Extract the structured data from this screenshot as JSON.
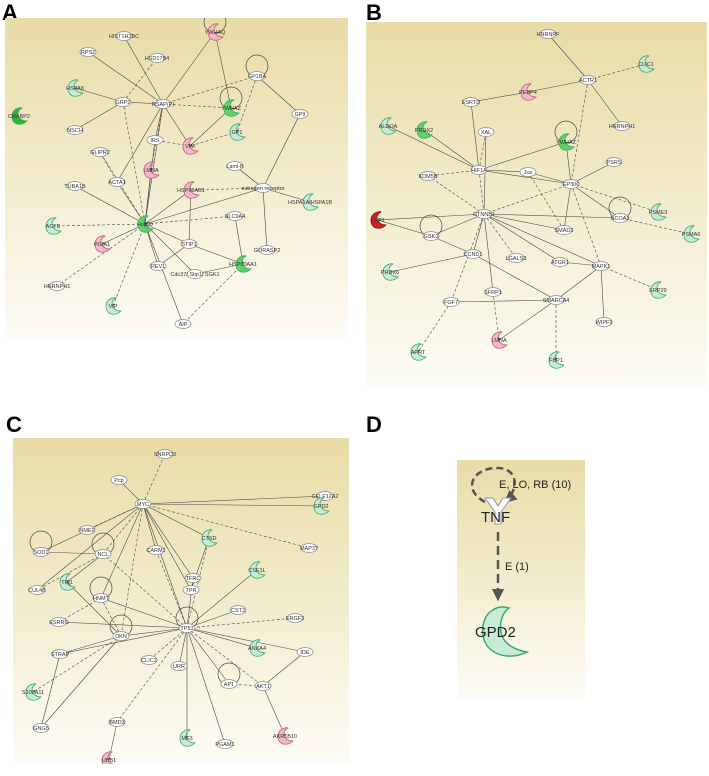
{
  "panels": [
    {
      "letter": "A",
      "nodes": [
        {
          "id": "HST1H2BC",
          "label": "HIST1H2BC",
          "kind": "plain"
        },
        {
          "id": "YWHAQ",
          "label": "YWHAQ",
          "kind": "pink"
        },
        {
          "id": "RPS2",
          "label": "RPS2",
          "kind": "plain"
        },
        {
          "id": "HSD17B4",
          "label": "HSD17B4",
          "kind": "plain"
        },
        {
          "id": "GP1BA",
          "label": "GP1BA",
          "kind": "plain"
        },
        {
          "id": "HSPA8",
          "label": "HSPA8",
          "kind": "lightgreen"
        },
        {
          "id": "GRP2",
          "label": "GRP2",
          "kind": "plain"
        },
        {
          "id": "RSAP",
          "label": "RSAP(P)",
          "kind": "plain"
        },
        {
          "id": "YWHAZ",
          "label": "YWHAZ",
          "kind": "green"
        },
        {
          "id": "GP9",
          "label": "GP9",
          "kind": "plain"
        },
        {
          "id": "CRABP2",
          "label": "CRABP2",
          "kind": "darkgreen"
        },
        {
          "id": "NSCH",
          "label": "NSCH",
          "kind": "plain"
        },
        {
          "id": "IRS",
          "label": "IRS",
          "kind": "plain"
        },
        {
          "id": "GP1",
          "label": "GP1",
          "kind": "lightgreen"
        },
        {
          "id": "GLIPR2",
          "label": "GLIPR2",
          "kind": "plain"
        },
        {
          "id": "VIM",
          "label": "VIM",
          "kind": "pink"
        },
        {
          "id": "LMNA",
          "label": "LMNA",
          "kind": "pink"
        },
        {
          "id": "LamlB",
          "label": "Laml-B",
          "kind": "plain"
        },
        {
          "id": "TUBA1B",
          "label": "TUBA1B",
          "kind": "plain"
        },
        {
          "id": "ACTA1",
          "label": "ACTA1",
          "kind": "plain"
        },
        {
          "id": "ESTR",
          "label": "estrogen receptor",
          "kind": "plain"
        },
        {
          "id": "HSP90AB1",
          "label": "HSP90AB1",
          "kind": "pink"
        },
        {
          "id": "HSPA1A",
          "label": "HSPA1A/HSPA1B",
          "kind": "lightgreen"
        },
        {
          "id": "ACTB",
          "label": "ACTB",
          "kind": "lightgreen"
        },
        {
          "id": "Hsp90",
          "label": "Hsp90",
          "kind": "green"
        },
        {
          "id": "SLC9A4",
          "label": "SLC9A4",
          "kind": "plain"
        },
        {
          "id": "PGIA1",
          "label": "PGIA1",
          "kind": "pink"
        },
        {
          "id": "STIP1",
          "label": "STIP1",
          "kind": "plain"
        },
        {
          "id": "GORASP2",
          "label": "GORASP2",
          "kind": "plain"
        },
        {
          "id": "HNRNPH1",
          "label": "HNRNPH1",
          "kind": "plain"
        },
        {
          "id": "REV1",
          "label": "REV1",
          "kind": "plain"
        },
        {
          "id": "CDC37",
          "label": "Cdc37/ Stip1/ SGK1",
          "kind": "plain"
        },
        {
          "id": "HSP90AA1",
          "label": "HSP90AA1",
          "kind": "green"
        },
        {
          "id": "VIP",
          "label": "VIP",
          "kind": "lightgreen"
        },
        {
          "id": "AIP",
          "label": "AIP",
          "kind": "plain"
        }
      ]
    },
    {
      "letter": "B",
      "nodes": [
        {
          "id": "HNRNPF",
          "label": "HNRNPF",
          "kind": "plain"
        },
        {
          "id": "CLIC1",
          "label": "CLIC1",
          "kind": "lightgreen"
        },
        {
          "id": "ACTR1",
          "label": "ACTR1",
          "kind": "plain"
        },
        {
          "id": "ESRTD",
          "label": "ESRTD",
          "kind": "plain"
        },
        {
          "id": "PEBP4",
          "label": "PEBP4",
          "kind": "pink"
        },
        {
          "id": "HNRNPH1",
          "label": "HNRNPH1",
          "kind": "plain"
        },
        {
          "id": "ALDOA",
          "label": "ALDOA",
          "kind": "lightgreen"
        },
        {
          "id": "PRDX2",
          "label": "PRDX2",
          "kind": "green"
        },
        {
          "id": "XAL",
          "label": "XAL",
          "kind": "plain"
        },
        {
          "id": "YWHAZ",
          "label": "YWHAZ",
          "kind": "green"
        },
        {
          "id": "HIF1A",
          "label": "HIF1A",
          "kind": "plain"
        },
        {
          "id": "PSRS",
          "label": "PSRS",
          "kind": "plain"
        },
        {
          "id": "KDM5B",
          "label": "KDM5B",
          "kind": "plain"
        },
        {
          "id": "Jus",
          "label": "Jus",
          "kind": "plain"
        },
        {
          "id": "EP300",
          "label": "EP300",
          "kind": "plain"
        },
        {
          "id": "PSME3",
          "label": "PSME3",
          "kind": "lightgreen"
        },
        {
          "id": "LRP1",
          "label": "LRP1",
          "kind": "red"
        },
        {
          "id": "CTNNB1",
          "label": "CTNNB1",
          "kind": "plain"
        },
        {
          "id": "NCOA3",
          "label": "NCOA3",
          "kind": "plain"
        },
        {
          "id": "PSMA6",
          "label": "PSMA6",
          "kind": "lightgreen"
        },
        {
          "id": "GSK3",
          "label": "GSK3",
          "kind": "plain"
        },
        {
          "id": "CCND1",
          "label": "CCND1",
          "kind": "plain"
        },
        {
          "id": "SMAD3",
          "label": "SMAD3",
          "kind": "plain"
        },
        {
          "id": "LGALS3",
          "label": "LGALS3",
          "kind": "plain"
        },
        {
          "id": "ATGR1",
          "label": "ATGR1",
          "kind": "plain"
        },
        {
          "id": "MAPK1",
          "label": "MAPK1",
          "kind": "plain"
        },
        {
          "id": "PRDX6",
          "label": "PRDX6",
          "kind": "lightgreen"
        },
        {
          "id": "FGF7",
          "label": "FGF7",
          "kind": "plain"
        },
        {
          "id": "SFRP1",
          "label": "SFRP1",
          "kind": "plain"
        },
        {
          "id": "SMARCA4",
          "label": "SMARCA4",
          "kind": "plain"
        },
        {
          "id": "ERP29",
          "label": "ERP29",
          "kind": "lightgreen"
        },
        {
          "id": "LMNA",
          "label": "LMNA",
          "kind": "pink"
        },
        {
          "id": "WIPF1",
          "label": "WIPF1",
          "kind": "plain"
        },
        {
          "id": "APRT",
          "label": "APRT",
          "kind": "lightgreen"
        },
        {
          "id": "FBP1",
          "label": "FBP1",
          "kind": "lightgreen"
        }
      ]
    },
    {
      "letter": "C",
      "nodes": [
        {
          "id": "SNRPD3",
          "label": "SNRPD3",
          "kind": "plain"
        },
        {
          "id": "PCP",
          "label": "Pcp",
          "kind": "plain"
        },
        {
          "id": "CELF12A2",
          "label": "CELF12A2",
          "kind": "plain"
        },
        {
          "id": "GPD2",
          "label": "GPD2",
          "kind": "lightgreen"
        },
        {
          "id": "MYC",
          "label": "MYC",
          "kind": "plain"
        },
        {
          "id": "NME2",
          "label": "NME2",
          "kind": "plain"
        },
        {
          "id": "SOD1",
          "label": "SOD1",
          "kind": "plain"
        },
        {
          "id": "CTSD",
          "label": "CTSD",
          "kind": "lightgreen"
        },
        {
          "id": "MAP3",
          "label": "MAP3?",
          "kind": "plain"
        },
        {
          "id": "CARM1",
          "label": "CARM1",
          "kind": "plain"
        },
        {
          "id": "NCL",
          "label": "NCL",
          "kind": "plain"
        },
        {
          "id": "TFRC",
          "label": "TFRC",
          "kind": "plain"
        },
        {
          "id": "TPI1",
          "label": "TPI1",
          "kind": "lightgreen"
        },
        {
          "id": "CUL4B",
          "label": "CUL4B",
          "kind": "plain"
        },
        {
          "id": "CSE1L",
          "label": "CSE1L",
          "kind": "lightgreen"
        },
        {
          "id": "TPR",
          "label": "TPR",
          "kind": "plain"
        },
        {
          "id": "HNMT",
          "label": "HNMT",
          "kind": "plain"
        },
        {
          "id": "ESRRG",
          "label": "ESRRG",
          "kind": "plain"
        },
        {
          "id": "CST3",
          "label": "CST3",
          "kind": "plain"
        },
        {
          "id": "ERGF3",
          "label": "ERGF3",
          "kind": "plain"
        },
        {
          "id": "TP53",
          "label": "TP53",
          "kind": "plain"
        },
        {
          "id": "DKN",
          "label": "DKN",
          "kind": "plain"
        },
        {
          "id": "ANXA4",
          "label": "ANXA4",
          "kind": "lightgreen"
        },
        {
          "id": "STRAP",
          "label": "STRAP",
          "kind": "plain"
        },
        {
          "id": "CLIC2",
          "label": "CLIC2",
          "kind": "plain"
        },
        {
          "id": "URR",
          "label": "URR",
          "kind": "plain"
        },
        {
          "id": "IDE",
          "label": "IDE",
          "kind": "plain"
        },
        {
          "id": "AP1",
          "label": "AP1",
          "kind": "plain"
        },
        {
          "id": "AKT1",
          "label": "AKT1",
          "kind": "plain"
        },
        {
          "id": "S100A11",
          "label": "S100A11",
          "kind": "lightgreen"
        },
        {
          "id": "GNG5",
          "label": "GNG5",
          "kind": "plain"
        },
        {
          "id": "BMD3",
          "label": "BMD3",
          "kind": "plain"
        },
        {
          "id": "AKR1B10",
          "label": "AKR1B10",
          "kind": "pink"
        },
        {
          "id": "ME3",
          "label": "ME3",
          "kind": "lightgreen"
        },
        {
          "id": "PGAM1",
          "label": "PGAM1",
          "kind": "plain"
        },
        {
          "id": "UBB1",
          "label": "UBB1",
          "kind": "pink"
        }
      ]
    },
    {
      "letter": "D",
      "nodes": [
        {
          "id": "TNF",
          "label": "TNF",
          "kind": "plain"
        },
        {
          "id": "GPD2",
          "label": "GPD2",
          "kind": "lightgreen"
        }
      ],
      "edge_labels": {
        "self": "E, LO, RB (10)",
        "tnf_gpd2": "E (1)"
      }
    }
  ],
  "colors": {
    "background_top": "#e8dca6",
    "background_bottom": "#fdfcf5",
    "pink": "#f2b7c9",
    "green": "#5fd35f",
    "darkgreen": "#2fb82f",
    "lightgreen": "#c7ecd6",
    "red": "#d02020",
    "plain": "#ffffff",
    "edge": "#444444"
  }
}
